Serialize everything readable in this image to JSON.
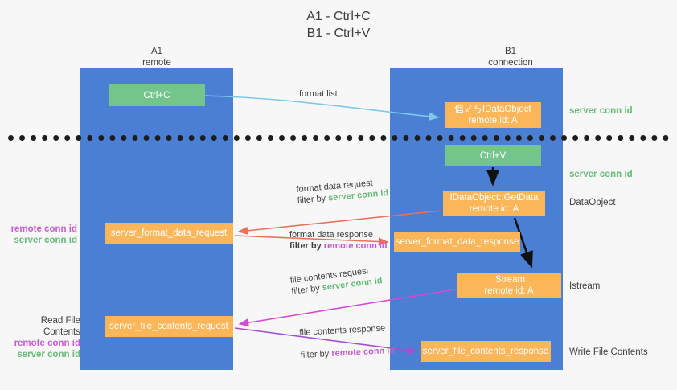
{
  "title": {
    "line1": "A1 - Ctrl+C",
    "line2": "B1 - Ctrl+V"
  },
  "lanes": [
    {
      "id": "a1",
      "title": "A1",
      "subtitle": "remote",
      "color": "#4a7fd4"
    },
    {
      "id": "b1",
      "title": "B1",
      "subtitle": "connection",
      "color": "#4a7fd4"
    }
  ],
  "colors": {
    "lane": "#4a7fd4",
    "node_green": "#74c58c",
    "node_orange": "#fcb65a",
    "server_conn_id": "#66bb77",
    "remote_conn_id": "#c45bd2",
    "arrow_blue": "#7ec8e8",
    "arrow_red": "#e8705a",
    "arrow_black": "#111111",
    "arrow_magenta": "#d44bd4",
    "arrow_purple": "#a24fd0",
    "divider": "#1d1d1d",
    "background": "#f7f7f7"
  },
  "nodes": {
    "ctrl_c": {
      "label": "Ctrl+C",
      "style": "green"
    },
    "set_clipboard": {
      "label": "倡↙丂IDataObject",
      "sublabel": "remote id: A",
      "style": "orange"
    },
    "ctrl_v": {
      "label": "Ctrl+V",
      "style": "green"
    },
    "get_data": {
      "label": "IDataObject::GetData",
      "sublabel": "remote id: A",
      "style": "orange"
    },
    "istream": {
      "label": "IStream",
      "sublabel": "remote id: A",
      "style": "orange"
    },
    "server_format_data_request": {
      "label": "server_format_data_request",
      "style": "orange"
    },
    "server_format_data_response": {
      "label": "server_format_data_response",
      "style": "orange"
    },
    "server_file_contents_request": {
      "label": "server_file_contents_request",
      "style": "orange"
    },
    "server_file_contents_response": {
      "label": "server_file_contents_response",
      "style": "orange"
    }
  },
  "edge_labels": {
    "format_list": "format list",
    "format_data_request": "format data request",
    "format_data_request_filter_prefix": "filter by ",
    "format_data_request_filter_value": "server conn id",
    "format_data_response": "format data response",
    "format_data_response_filter_prefix": "filter by ",
    "format_data_response_filter_value": "remote conn id",
    "file_contents_request": "file contents request",
    "file_contents_request_filter_prefix": "filter by ",
    "file_contents_request_filter_value": "server conn id",
    "file_contents_response": "file contents response",
    "file_contents_response_filter_prefix": "filter by ",
    "file_contents_response_filter_value": "remote conn id"
  },
  "annotations": {
    "server_conn_id_top": "server conn id",
    "server_conn_id_mid": "server conn id",
    "dataobject": "DataObject",
    "istream": "Istream",
    "write_file_contents": "Write File Contents",
    "read_file_contents": "Read File Contents",
    "left_remote_conn_id_1": "remote conn id",
    "left_server_conn_id_1": "server conn id",
    "left_remote_conn_id_2": "remote conn id",
    "left_server_conn_id_2": "server conn id"
  }
}
